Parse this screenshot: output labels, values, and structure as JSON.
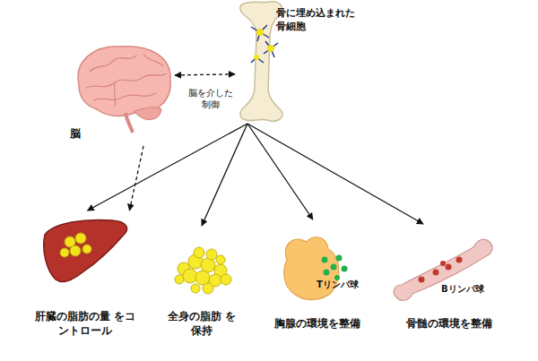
{
  "diagram": {
    "nodes": [
      {
        "text": [
          "脳"
        ]
      },
      {
        "text": [
          "骨に埋め込まれた 骨細胞"
        ]
      },
      {
        "text": [
          "肝臓の脂肪の量 をコントロール"
        ]
      },
      {
        "text": [
          "全身の脂肪 を保持"
        ]
      },
      {
        "text": [
          "Tリンパ球",
          "胸腺の環境を整備"
        ]
      },
      {
        "text": [
          "Bリンパ球",
          "骨髄の環境を整備"
        ]
      }
    ],
    "edges": [
      {
        "from": 0,
        "to": 1,
        "arrow": "both",
        "label": "脳を介した 制御"
      },
      {
        "from": 0,
        "to": 2,
        "arrow": "to"
      },
      {
        "from": 1,
        "to": 2,
        "arrow": "to"
      },
      {
        "from": 1,
        "to": 3,
        "arrow": "to"
      },
      {
        "from": 1,
        "to": 4,
        "arrow": "to"
      },
      {
        "from": 1,
        "to": 5,
        "arrow": "to"
      }
    ]
  }
}
